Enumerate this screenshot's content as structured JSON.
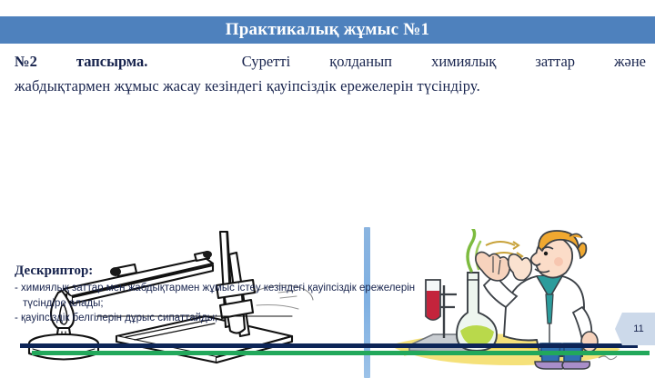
{
  "slide": {
    "title": "Практикалық жұмыс №1",
    "page_number": "11",
    "colors": {
      "title_bar": "#4e81bd",
      "text_navy": "#17234d",
      "divider_blue": "#8ab4e0",
      "bar_navy": "#0d2557",
      "bar_green": "#22a85b",
      "badge_fill": "#ccd9ea"
    }
  },
  "task": {
    "label": "№2",
    "label2": "тапсырма.",
    "line1_words": [
      "Суретті",
      "қолданып",
      "химиялық",
      "заттар",
      "және"
    ],
    "line2": "жабдықтармен жұмыс жасау кезіндегі қауіпсіздік ережелерін түсіндіру."
  },
  "descriptor": {
    "heading": "Дескриптор:",
    "lines": [
      "- химиялық заттар мен жабдықтармен жұмыс істеу кезіндегі қауіпсіздік  ережелерін",
      "түсіндіре алады;",
      "- қауіпсіздік белгілерін дұрыс сипаттайды;"
    ]
  },
  "illustrations": {
    "left": {
      "name": "retort-stand-with-burner",
      "alt": "Line drawing of a laboratory retort stand with a clamp, test tube and spirit burner"
    },
    "right": {
      "name": "scientist-wafting-vapors",
      "alt": "Cartoon of a scientist in a lab coat wafting vapours from a flask toward his nose"
    }
  }
}
